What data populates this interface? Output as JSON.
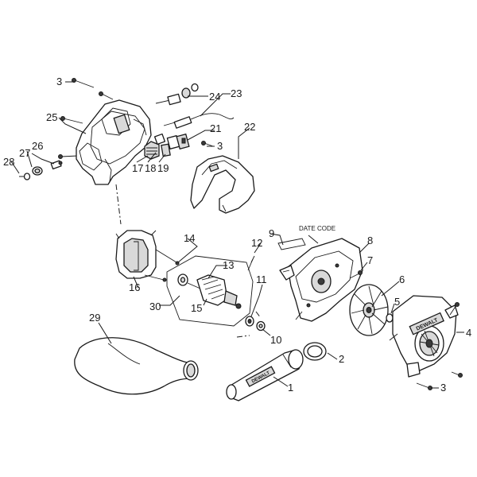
{
  "callouts": {
    "n1": "1",
    "n2": "2",
    "n3a": "3",
    "n3b": "3",
    "n3c": "3",
    "n4": "4",
    "n5": "5",
    "n6": "6",
    "n7": "7",
    "n8": "8",
    "n9": "9",
    "n10": "10",
    "n11": "11",
    "n12": "12",
    "n13": "13",
    "n14": "14",
    "n15": "15",
    "n16": "16",
    "n17": "17",
    "n18": "18",
    "n19": "19",
    "n21": "21",
    "n22": "22",
    "n23": "23",
    "n24": "24",
    "n25": "25",
    "n26": "26",
    "n27": "27",
    "n28": "28",
    "n29": "29",
    "n30": "30"
  },
  "labels": {
    "date_code": "DATE CODE",
    "brand": "DEWALT"
  }
}
